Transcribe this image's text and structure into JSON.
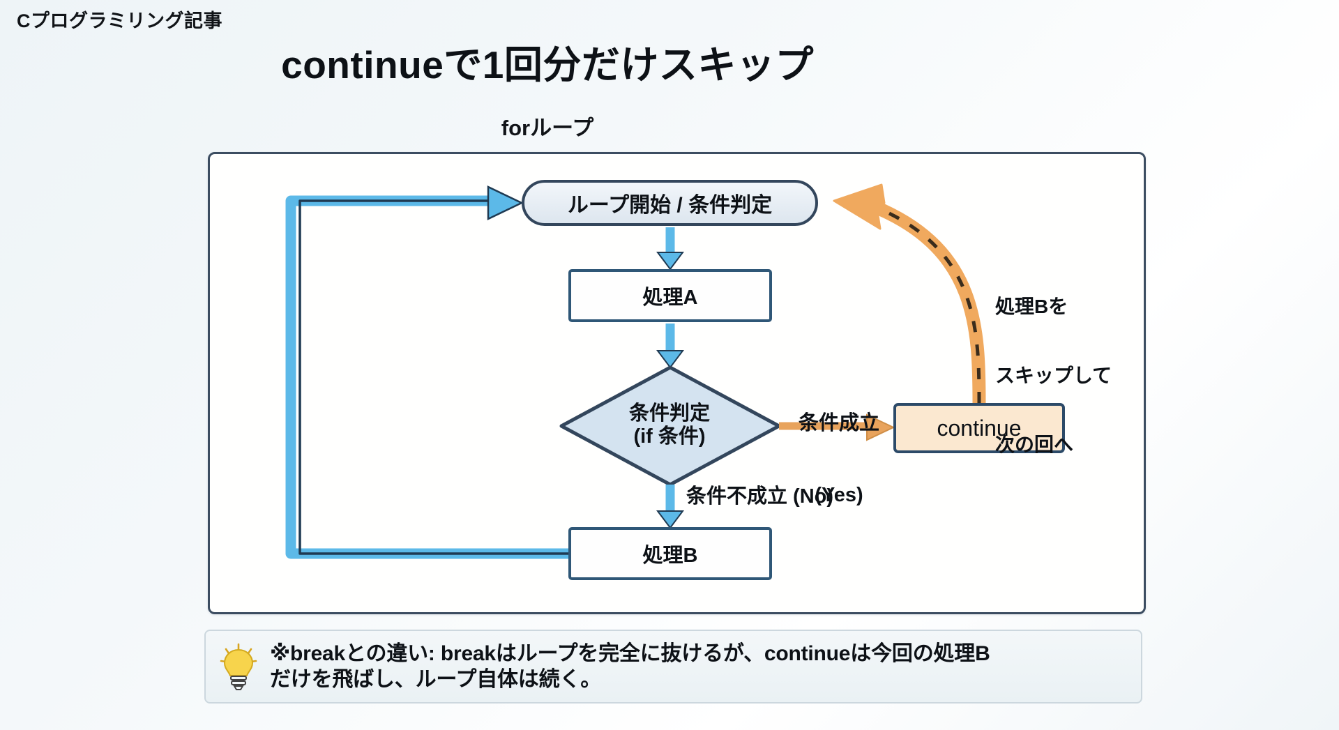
{
  "breadcrumb": "Cプログラミリング記事",
  "title": "continueで1回分だけスキップ",
  "loop_caption": "forループ",
  "flowchart": {
    "nodes": {
      "loop_start": "ループ開始 / 条件判定",
      "process_a": "処理A",
      "decision_line1": "条件判定",
      "decision_line2": "(if 条件)",
      "process_b": "処理B",
      "continue": "continue"
    },
    "edge_labels": {
      "yes_line1": "条件成立",
      "yes_line2": "(Yes)",
      "no": "条件不成立 (No)",
      "skip_line1": "処理Bを",
      "skip_line2": "スキップして",
      "skip_line3": "次の回へ"
    }
  },
  "footer": {
    "icon": "lightbulb-icon",
    "line1": "※breakとの違い: breakはループを完全に抜けるが、continueは今回の処理B",
    "line2": "だけを飛ばし、ループ自体は続く。"
  },
  "colors": {
    "flow_blue": "#5cb9e8",
    "flow_blue_dark": "#1f3a52",
    "accent_orange": "#f0a95e",
    "node_border": "#2f5777",
    "continue_fill": "#fbe8d0",
    "diamond_fill": "#d4e3f0",
    "page_bg": "#eef4f7"
  }
}
